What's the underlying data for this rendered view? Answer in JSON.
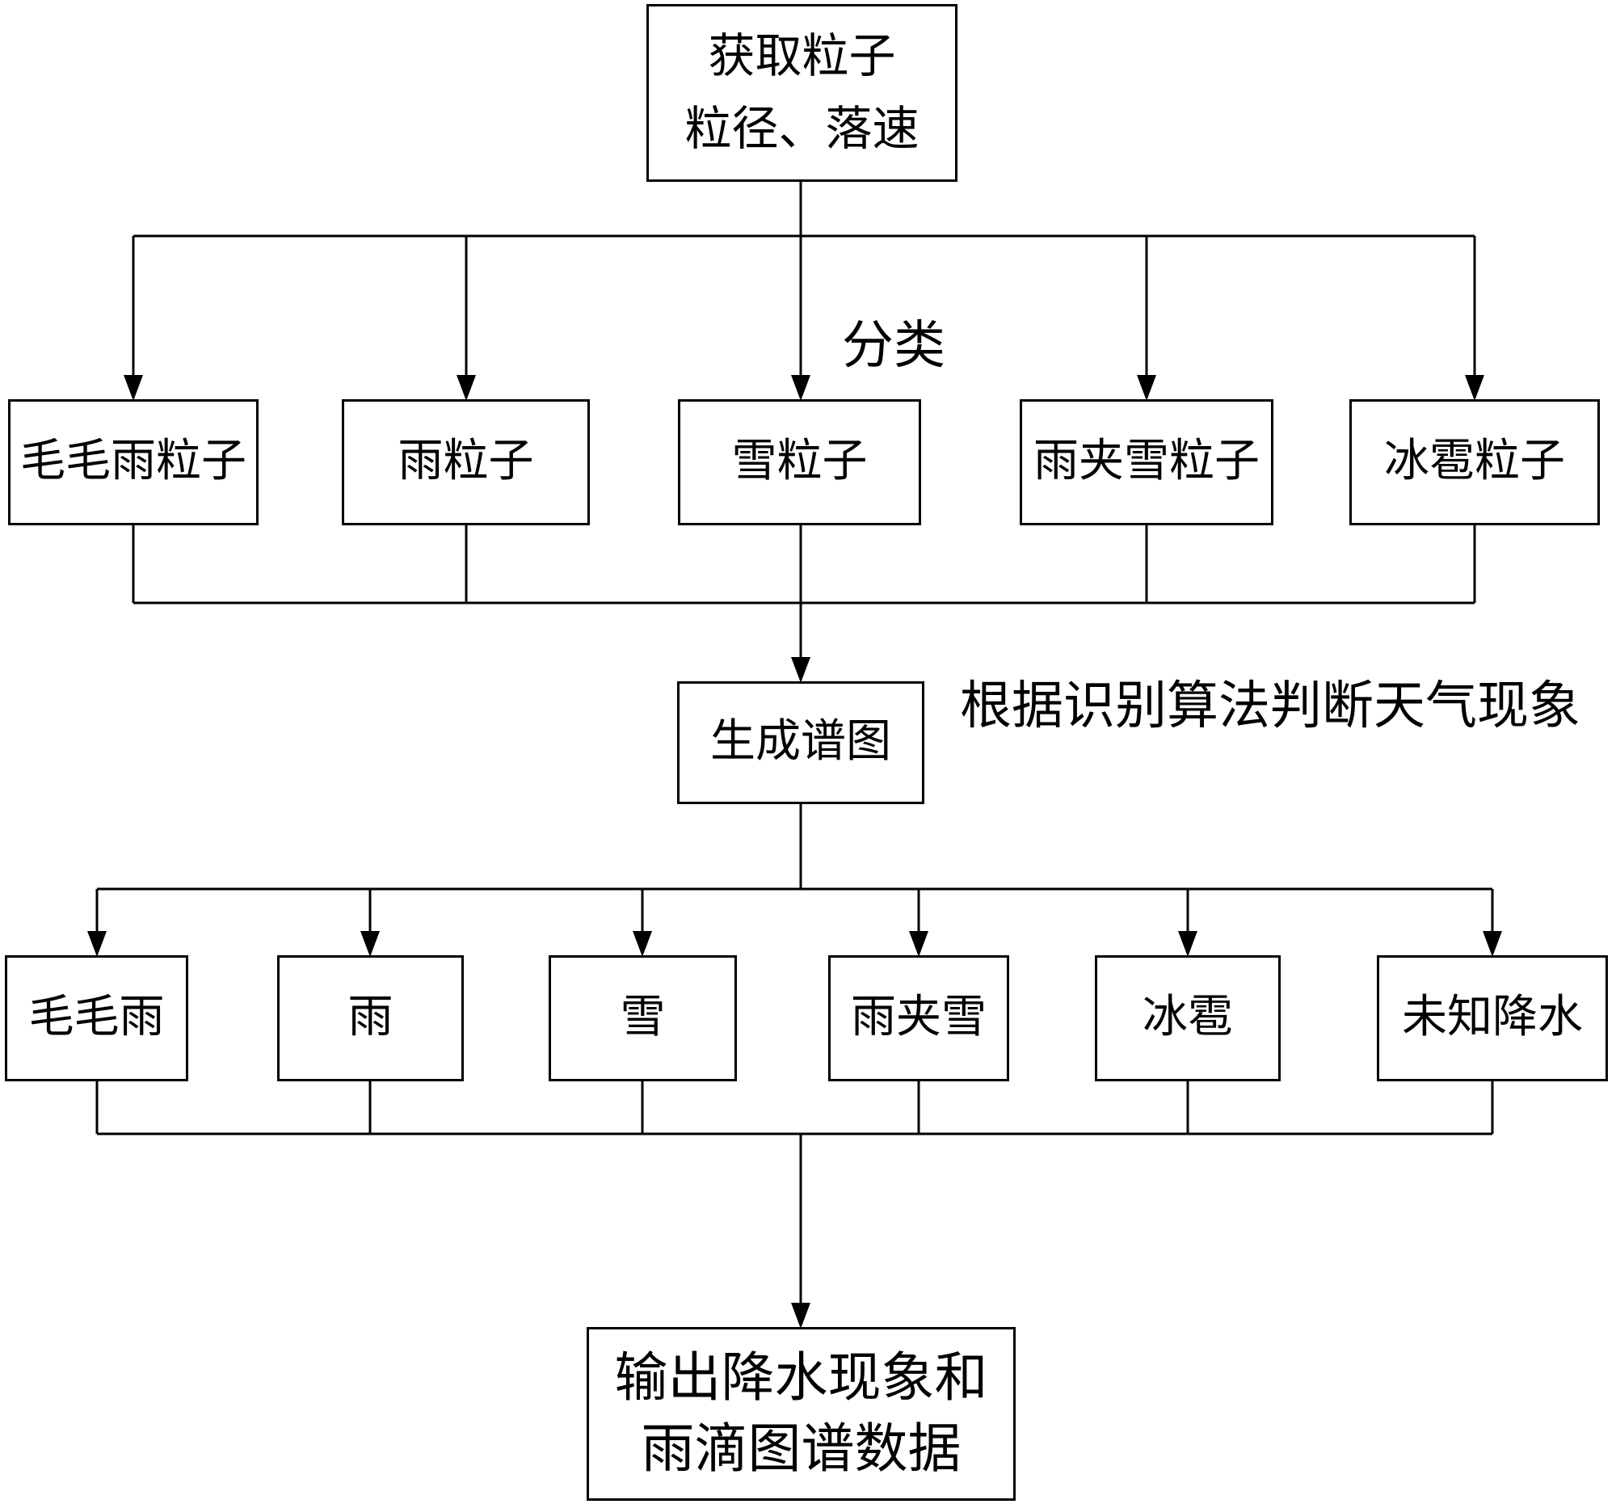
{
  "colors": {
    "line": "#000000",
    "background": "#ffffff",
    "box_background": "#ffffff",
    "text": "#000000"
  },
  "flow": {
    "start": {
      "label_line1": "获取粒子",
      "label_line2": "粒径、落速"
    },
    "classify_label": "分类",
    "particle_row": [
      {
        "label": "毛毛雨粒子"
      },
      {
        "label": "雨粒子"
      },
      {
        "label": "雪粒子"
      },
      {
        "label": "雨夹雪粒子"
      },
      {
        "label": "冰雹粒子"
      }
    ],
    "spectrum": {
      "label": "生成谱图"
    },
    "algorithm_label": "根据识别算法判断天气现象",
    "weather_row": [
      {
        "label": "毛毛雨"
      },
      {
        "label": "雨"
      },
      {
        "label": "雪"
      },
      {
        "label": "雨夹雪"
      },
      {
        "label": "冰雹"
      },
      {
        "label": "未知降水"
      }
    ],
    "output": {
      "label_line1": "输出降水现象和",
      "label_line2": "雨滴图谱数据"
    }
  }
}
